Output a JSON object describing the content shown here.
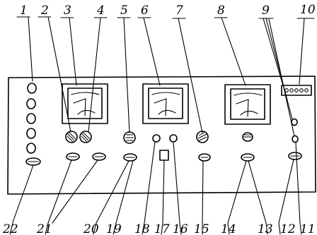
{
  "diagram": {
    "callouts_top": [
      "1",
      "2",
      "3",
      "4",
      "5",
      "6",
      "7",
      "8",
      "9",
      "10"
    ],
    "callouts_bottom": [
      "22",
      "21",
      "20",
      "19",
      "18",
      "17",
      "16",
      "15",
      "14",
      "13",
      "12",
      "11"
    ]
  }
}
